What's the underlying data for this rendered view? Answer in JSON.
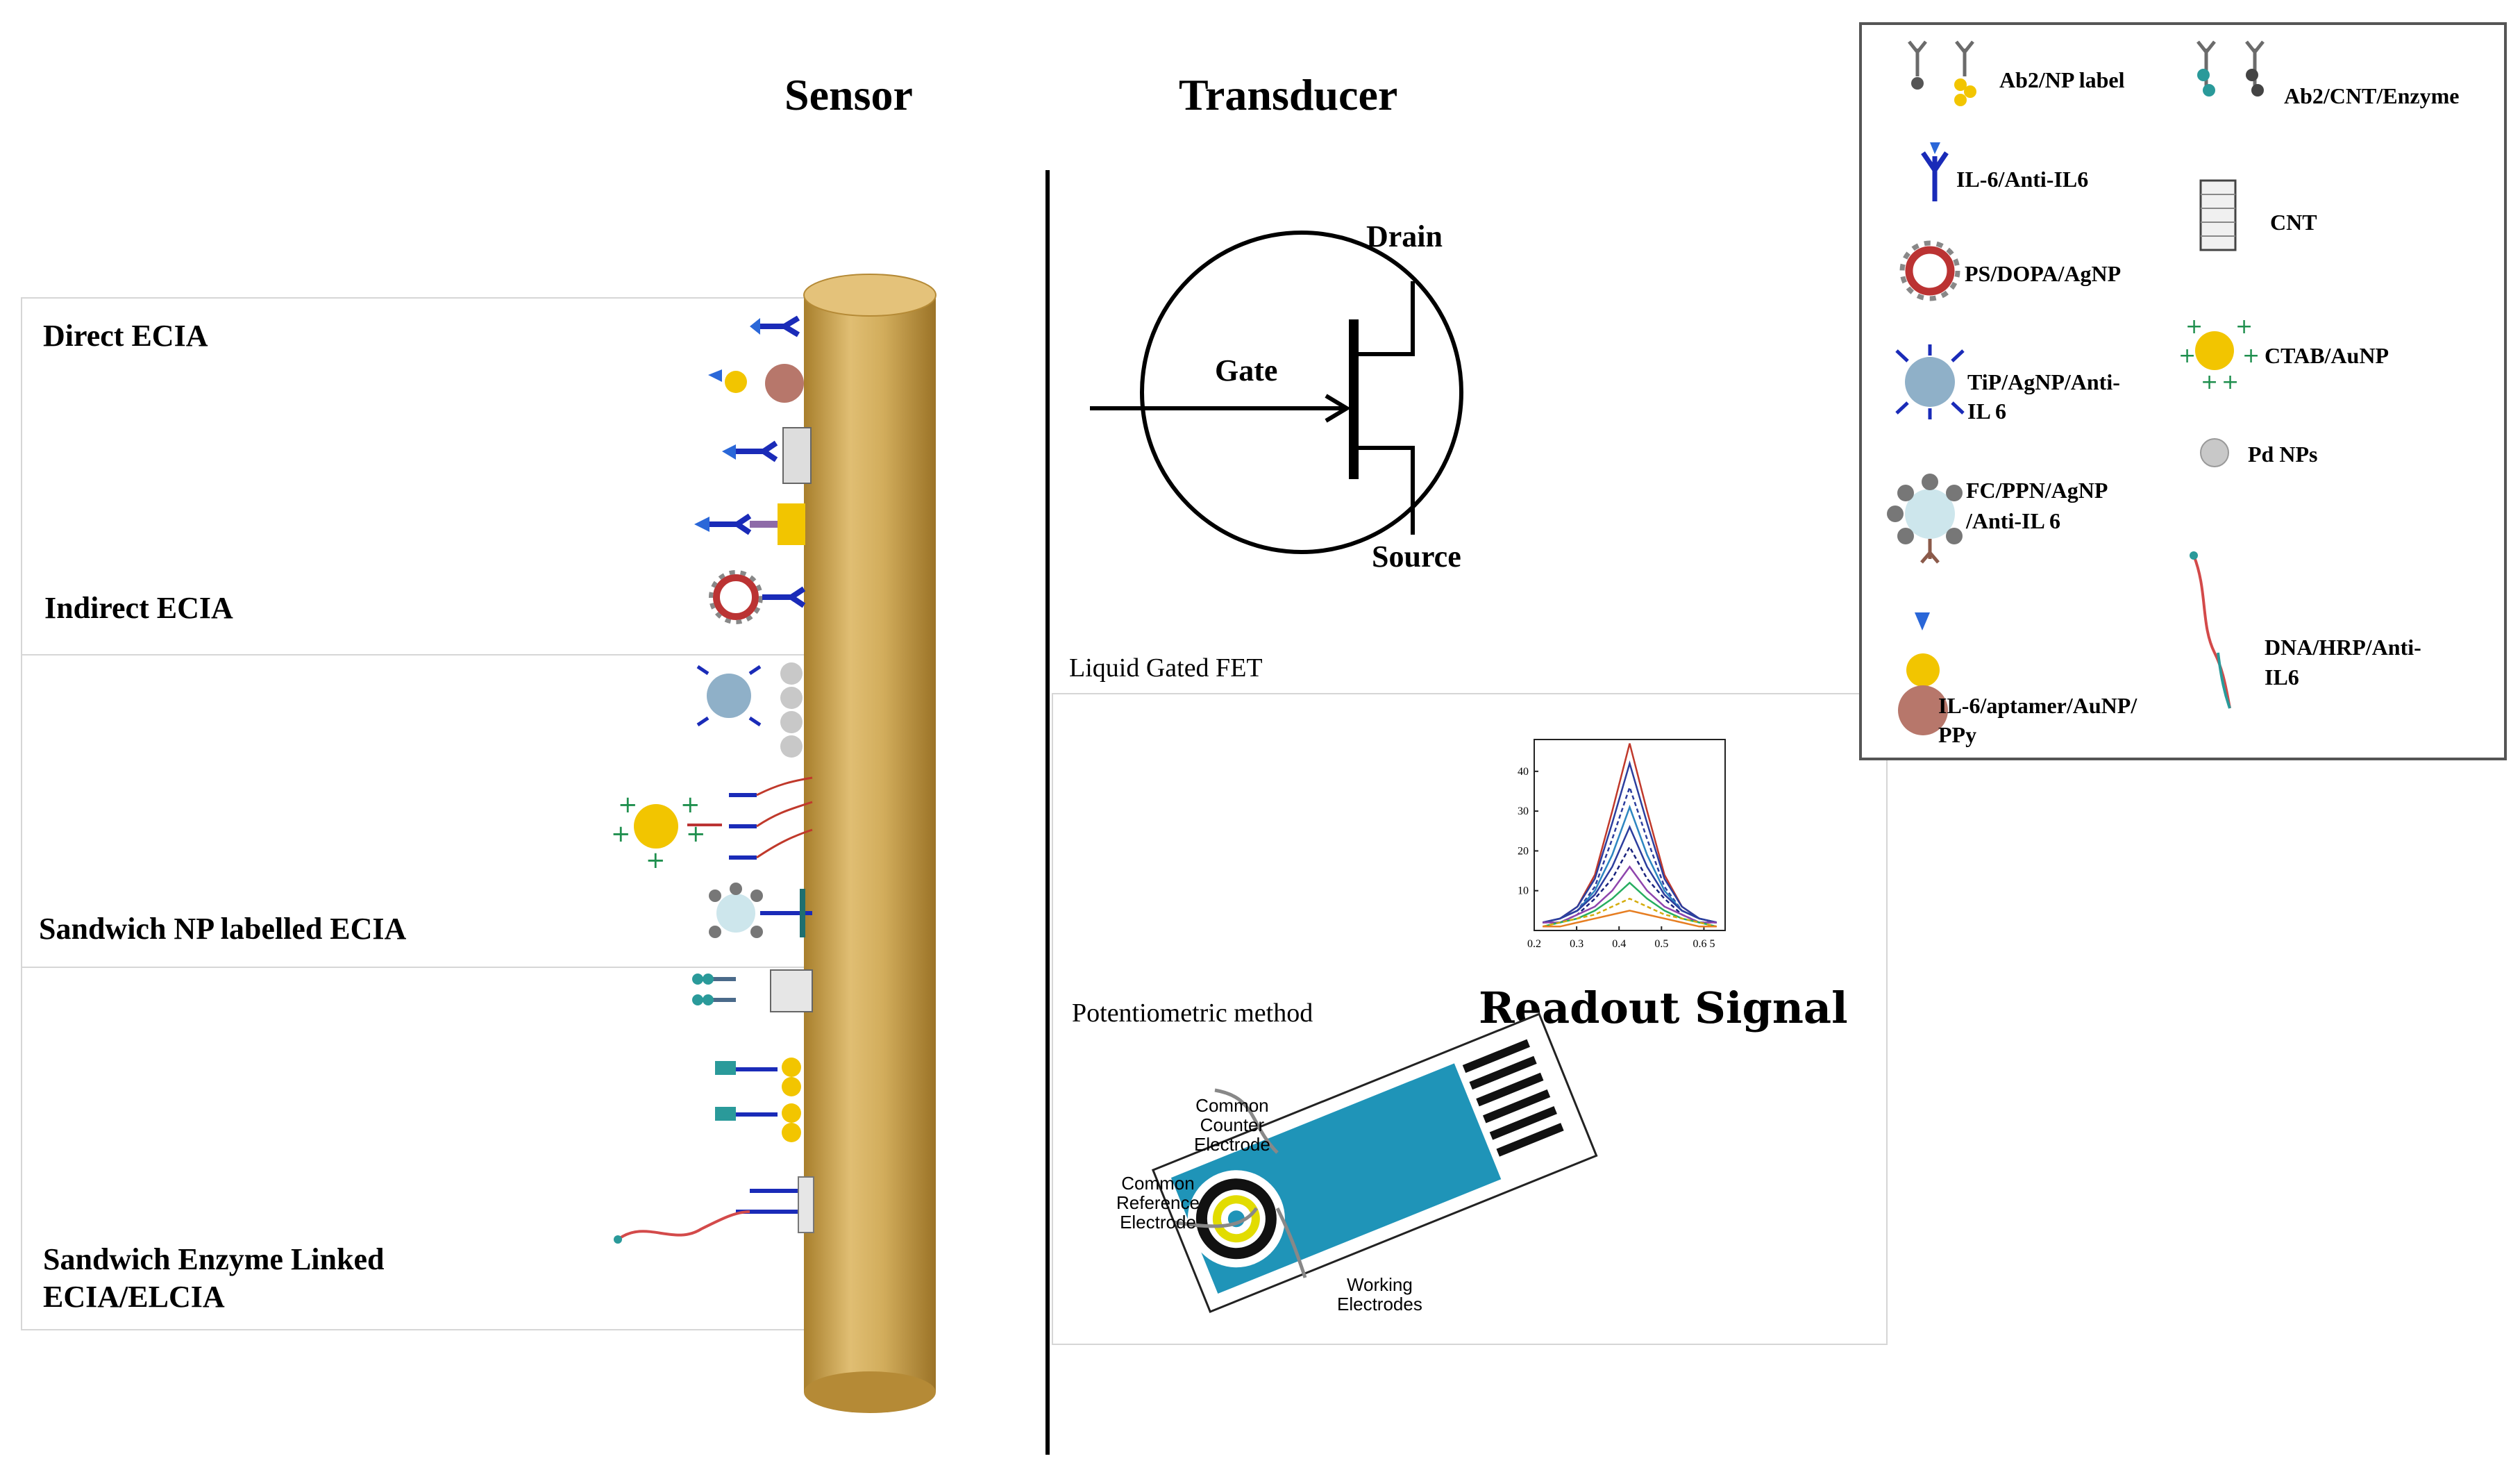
{
  "headers": {
    "sensor": "Sensor",
    "transducer": "Transducer",
    "readout": "Readout Signal"
  },
  "sensor_panels": {
    "direct": "Direct ECIA",
    "indirect": "Indirect ECIA",
    "sandwich_np": "Sandwich NP labelled ECIA",
    "sandwich_enzyme_line1": "Sandwich Enzyme Linked",
    "sandwich_enzyme_line2": "ECIA/ELCIA"
  },
  "fet": {
    "drain": "Drain",
    "gate": "Gate",
    "source": "Source",
    "caption": "Liquid Gated FET"
  },
  "potentiometric": {
    "caption": "Potentiometric method",
    "counter_line1": "Common",
    "counter_line2": "Counter",
    "counter_line3": "Electrode",
    "reference_line1": "Common",
    "reference_line2": "Reference",
    "reference_line3": "Electrode",
    "working_line1": "Working",
    "working_line2": "Electrodes"
  },
  "legend": {
    "ab2_np": "Ab2/NP label",
    "ab2_cnt": "Ab2/CNT/Enzyme",
    "il6_anti": "IL-6/Anti-IL6",
    "cnt": "CNT",
    "ps_dopa": "PS/DOPA/AgNP",
    "ctab": "CTAB/AuNP",
    "tip_line1": "TiP/AgNP/Anti-",
    "tip_line2": "IL 6",
    "pd": "Pd NPs",
    "fc_line1": "FC/PPN/AgNP",
    "fc_line2": "/Anti-IL 6",
    "dna_line1": "DNA/HRP/Anti-",
    "dna_line2": "IL6",
    "il6apt_line1": "IL-6/aptamer/AuNP/",
    "il6apt_line2": "PPy"
  },
  "chart_data": {
    "type": "line",
    "x_ticks": [
      "0.2",
      "0.3",
      "0.4",
      "0.5",
      "0.6 5"
    ],
    "y_ticks": [
      "10",
      "20",
      "30",
      "40"
    ],
    "xlim": [
      0.2,
      0.65
    ],
    "ylim": [
      0,
      48
    ],
    "peak_x": 0.4,
    "series": [
      {
        "color": "#c0392b",
        "values": [
          2,
          3,
          6,
          14,
          30,
          47,
          30,
          14,
          6,
          3,
          2
        ]
      },
      {
        "color": "#2c3e9e",
        "values": [
          2,
          3,
          6,
          13,
          27,
          42,
          27,
          13,
          6,
          3,
          2
        ]
      },
      {
        "color": "#2c3e9e",
        "values": [
          2,
          3,
          5,
          11,
          23,
          36,
          23,
          11,
          5,
          3,
          2
        ]
      },
      {
        "color": "#2e86c1",
        "values": [
          2,
          3,
          5,
          10,
          19,
          31,
          19,
          10,
          5,
          3,
          2
        ]
      },
      {
        "color": "#2c3e9e",
        "values": [
          2,
          3,
          5,
          9,
          16,
          26,
          16,
          9,
          5,
          3,
          2
        ]
      },
      {
        "color": "#1a237e",
        "values": [
          2,
          2,
          4,
          8,
          13,
          21,
          13,
          8,
          4,
          2,
          2
        ]
      },
      {
        "color": "#8e44ad",
        "values": [
          2,
          2,
          4,
          6,
          10,
          16,
          10,
          6,
          4,
          2,
          2
        ]
      },
      {
        "color": "#27ae60",
        "values": [
          1,
          2,
          3,
          5,
          8,
          12,
          8,
          5,
          3,
          2,
          1
        ]
      },
      {
        "color": "#d4ac0d",
        "values": [
          1,
          2,
          3,
          4,
          6,
          8,
          6,
          4,
          3,
          2,
          1
        ]
      },
      {
        "color": "#e67e22",
        "values": [
          1,
          1,
          2,
          3,
          4,
          5,
          4,
          3,
          2,
          1,
          1
        ]
      }
    ]
  },
  "colors": {
    "rod": "#c9a24e",
    "ab_blue": "#1a2bb8",
    "au_yellow": "#f2c500",
    "np_gray": "#b8b8b8"
  }
}
